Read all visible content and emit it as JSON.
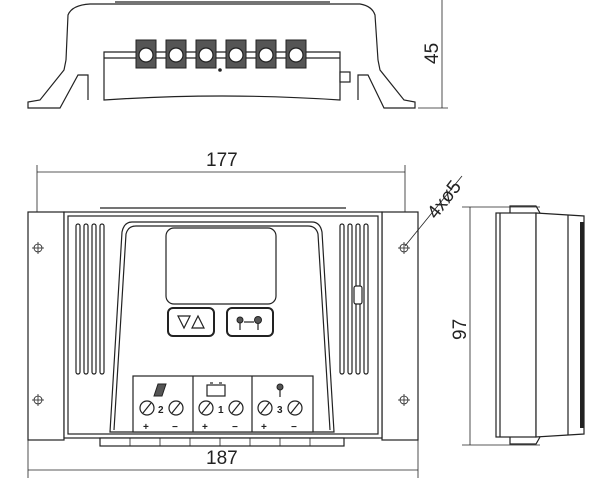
{
  "dimensions": {
    "height_top_view": "45",
    "width_body": "177",
    "mounting_holes": "4xø5",
    "height_side_view": "97",
    "width_overall": "187"
  },
  "terminals": [
    {
      "name": "solar",
      "number": "2",
      "plus": "+",
      "minus": "−"
    },
    {
      "name": "battery",
      "number": "1",
      "plus": "+",
      "minus": "−"
    },
    {
      "name": "load",
      "number": "3",
      "plus": "+",
      "minus": "−"
    }
  ]
}
